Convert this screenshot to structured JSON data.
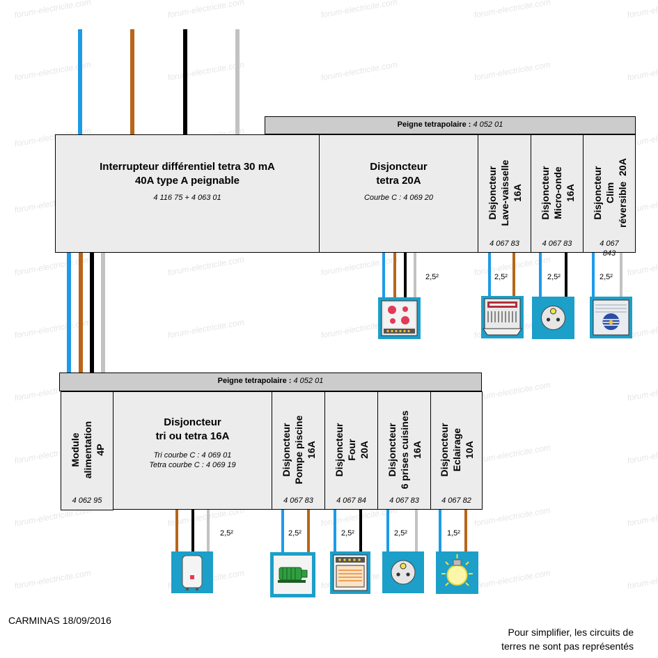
{
  "watermark": "forum-electricite.com",
  "upper": {
    "comb": {
      "label": "Peigne tetrapolaire :",
      "ref": "4 052 01"
    },
    "rcd": {
      "title_line1": "Interrupteur différentiel  tetra 30 mA",
      "title_line2": "40A type A peignable",
      "ref": "4 116 75 + 4 063 01"
    },
    "breaker20": {
      "title_line1": "Disjoncteur",
      "title_line2": "tetra 20A",
      "ref": "Courbe C : 4 069 20"
    },
    "lave": {
      "title": "Disjoncteur\nLave-vaisselle\n16A",
      "ref": "4 067 83",
      "section": "2,5²"
    },
    "micro": {
      "title": "Disjoncteur\nMicro-onde\n16A",
      "ref": "4 067 83",
      "section": "2,5²"
    },
    "clim": {
      "title": "Disjoncteur\nClim\nréversible  20A",
      "ref_line1": "4 067",
      "ref_line2": "843",
      "section": "2,5²"
    },
    "plaque_section": "2,5²"
  },
  "lower": {
    "comb": {
      "label": "Peigne tetrapolaire :",
      "ref": "4 052 01"
    },
    "module": {
      "title": "Module\nalimentation\n4P",
      "ref": "4 062 95"
    },
    "tri": {
      "title_line1": "Disjoncteur",
      "title_line2": "tri ou tetra 16A",
      "ref_line1": "Tri courbe C : 4 069 01",
      "ref_line2": "Tetra courbe C : 4 069 19",
      "section": "2,5²"
    },
    "piscine": {
      "title": "Disjoncteur\nPompe piscine\n16A",
      "ref": "4 067 83",
      "section": "2,5²"
    },
    "four": {
      "title": "Disjoncteur\nFour\n20A",
      "ref": "4 067 84",
      "section": "2,5²"
    },
    "prises": {
      "title": "Disjoncteur\n6 prises cuisines\n16A",
      "ref": "4 067 83",
      "section": "2,5²"
    },
    "eclairage": {
      "title": "Disjoncteur\nEclairage\n10A",
      "ref": "4 067 82",
      "section": "1,5²"
    }
  },
  "footer": {
    "author": "CARMINAS  18/09/2016",
    "note_line1": "Pour simplifier,  les circuits de",
    "note_line2": "terres ne sont pas représentés"
  },
  "colors": {
    "blue": "#1d9be9",
    "brown": "#b8651a",
    "black": "#000000",
    "grey": "#c2c2c2",
    "icon_bg": "#1c9fc9"
  }
}
